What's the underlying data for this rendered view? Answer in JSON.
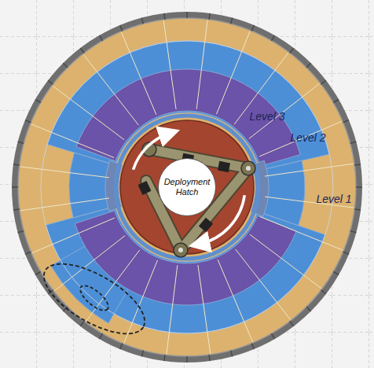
{
  "diagram": {
    "nodes": [
      {
        "text": [
          "Deployment Hatch"
        ]
      }
    ],
    "labels": [
      "Level 3",
      "Level 2",
      "Level 1"
    ]
  }
}
